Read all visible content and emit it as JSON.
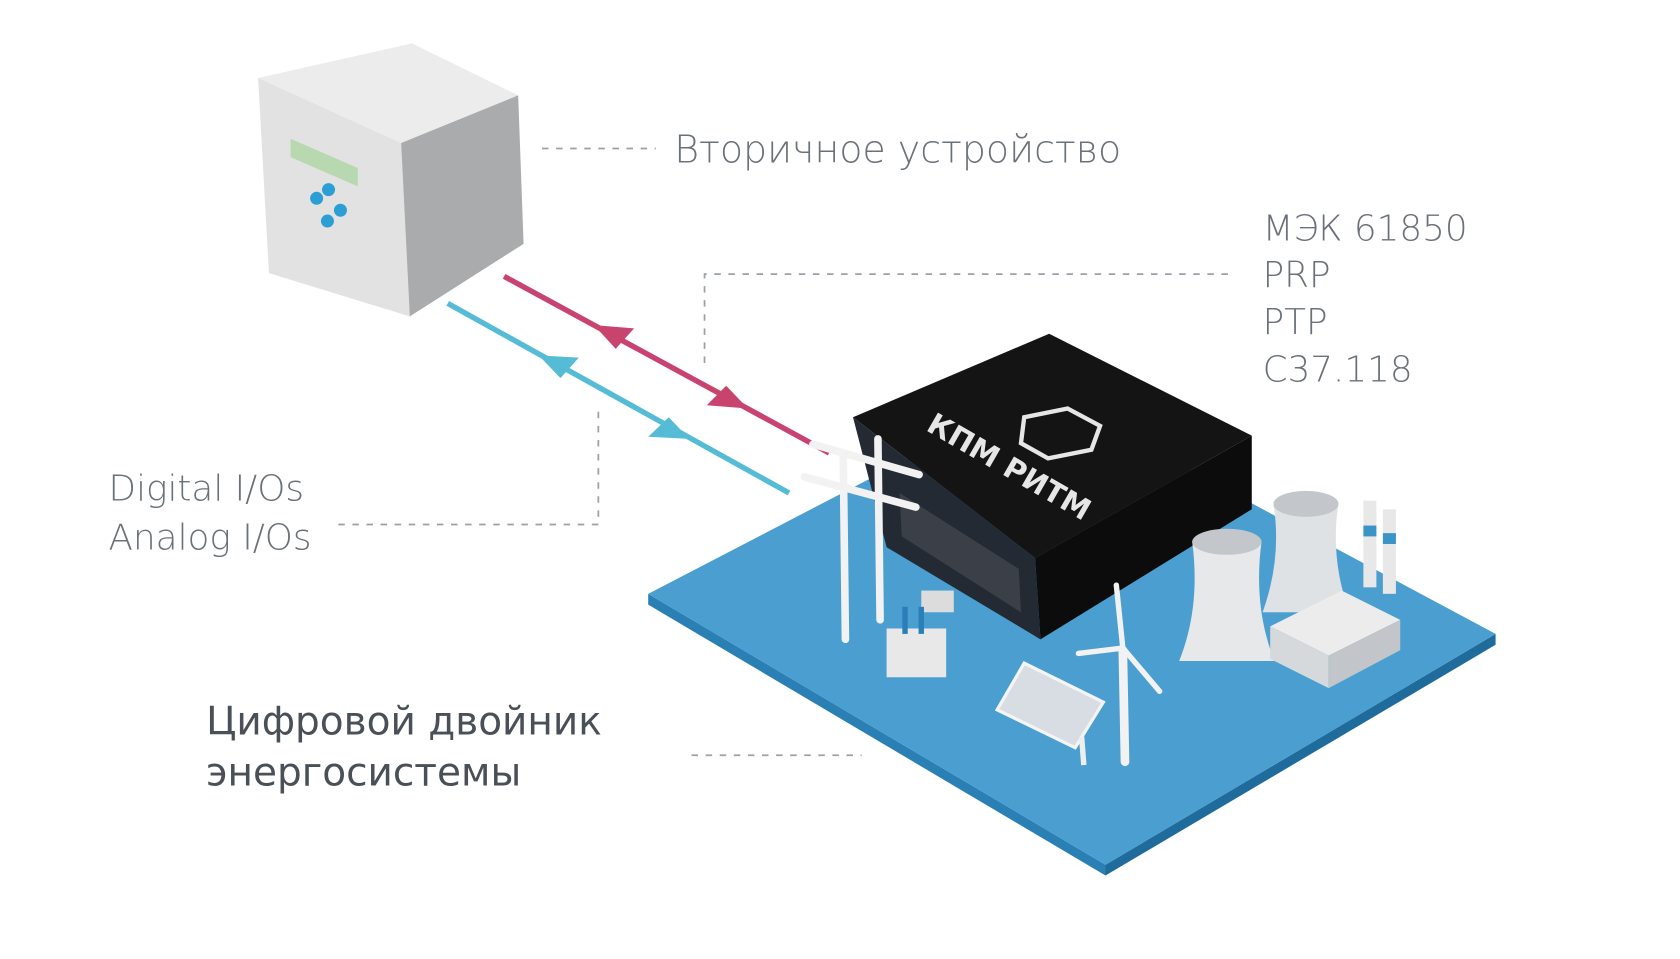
{
  "labels": {
    "secondary_device": "Вторичное устройство",
    "protocols": [
      "МЭК 61850",
      "PRP",
      "PTP",
      "C37.118"
    ],
    "io": [
      "Digital I/Os",
      "Analog I/Os"
    ],
    "digital_twin": [
      "Цифровой двойник",
      "энергосистемы"
    ]
  },
  "server": {
    "brand": "КПМ РИТМ"
  },
  "colors": {
    "platform": "#4a9fd0",
    "platform_edge": "#2a7fb4",
    "server": "#141414",
    "signal_out": "#c9436f",
    "signal_in": "#56bcd6",
    "text": "#6b7178",
    "title": "#4a5058"
  }
}
